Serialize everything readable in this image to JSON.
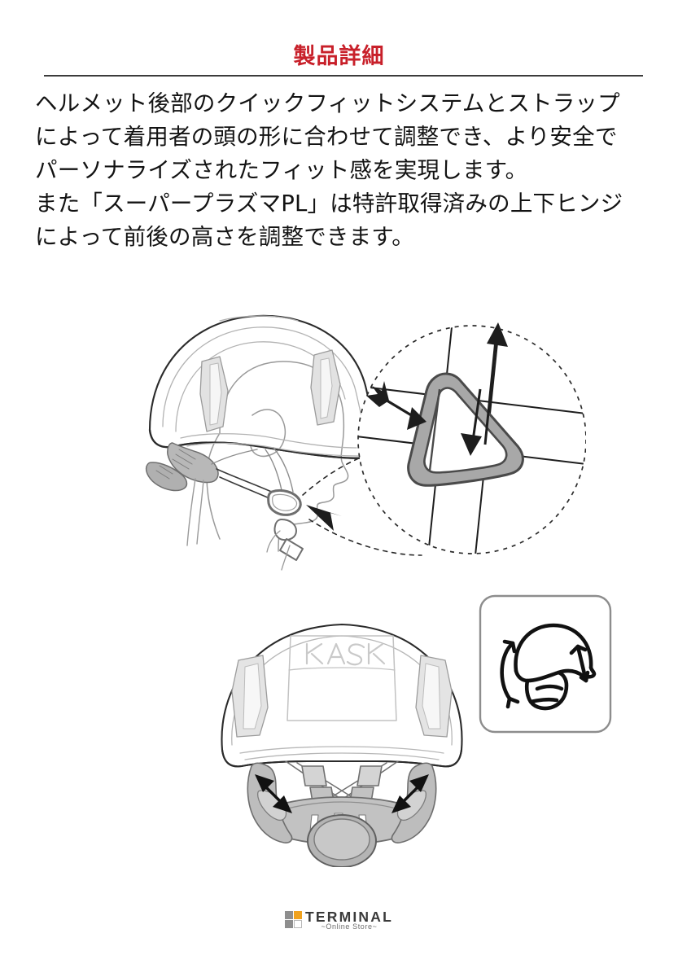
{
  "page": {
    "title": "製品詳細",
    "title_color": "#c8202a",
    "background_color": "#ffffff"
  },
  "body_copy": {
    "lines": [
      "ヘルメット後部のクイックフィットシステムとストラップ",
      "によって着用者の頭の形に合わせて調整でき、より安全で",
      "パーソナライズされたフィット感を実現します。",
      "また「スーパープラズマPL」は特許取得済みの上下ヒンジ",
      "によって前後の高さを調整できます。"
    ]
  },
  "figures": {
    "profile": {
      "name": "helmet-profile-illustration",
      "description": "ヘルメット側面図・頭部シルエット・あごひもとバックル",
      "callout": {
        "name": "buckle-detail-magnifier",
        "description": "三角バックル拡大図（調整方向の矢印付き）"
      }
    },
    "rear": {
      "name": "helmet-rear-illustration",
      "description": "ヘルメット後面図・クイックフィットダイヤル",
      "brand_mark": "KASK"
    },
    "pictogram": {
      "name": "adjustment-pictogram",
      "description": "ヘルメット調整ピクトグラム"
    }
  },
  "footer": {
    "logo_name": "TERMINAL",
    "logo_sub": "~Online Store~",
    "swatches": {
      "gray": "#8e8e8e",
      "orange": "#f0a21e"
    }
  }
}
